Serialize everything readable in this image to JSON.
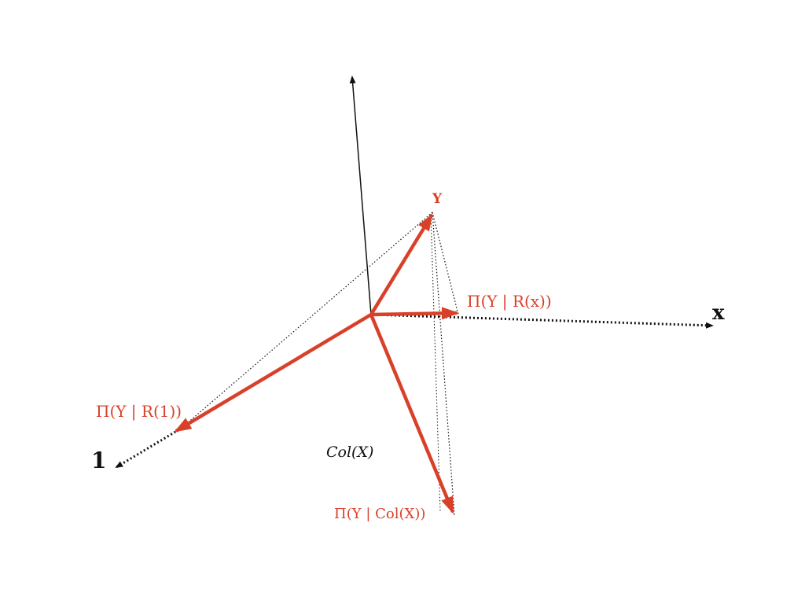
{
  "colors": {
    "projection": "#d9402a",
    "axis": "#111111",
    "guide": "#111111",
    "background": "#ffffff"
  },
  "labels": {
    "y_vector": "Y",
    "proj_x": "Π(Y | R(x))",
    "proj_one": "Π(Y | R(1))",
    "proj_col": "Π(Y | Col(X))",
    "plane": "Col(X)",
    "axis_x": "x",
    "axis_one": "1"
  }
}
